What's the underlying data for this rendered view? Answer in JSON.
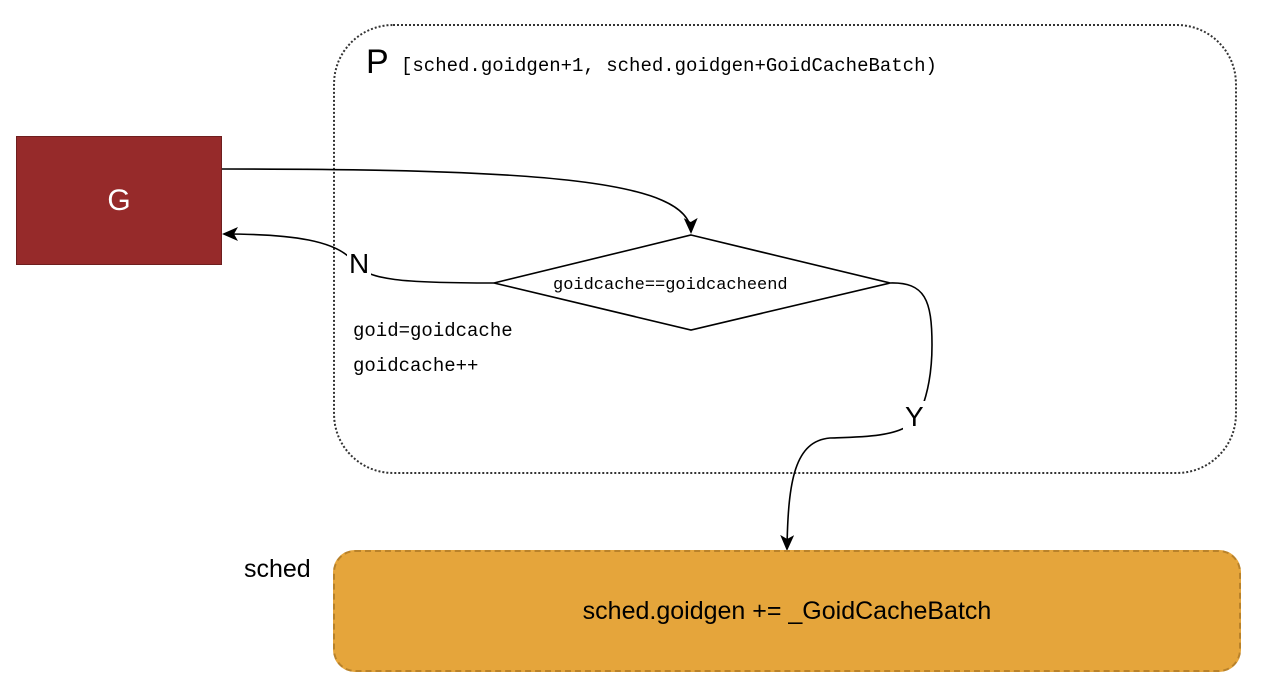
{
  "diagram": {
    "p_container": {
      "label": "P",
      "range": "[sched.goidgen+1, sched.goidgen+GoidCacheBatch)"
    },
    "g_node": {
      "label": "G",
      "fill": "#962a2a"
    },
    "decision": {
      "condition": "goidcache==goidcacheend"
    },
    "branches": {
      "no_label": "N",
      "yes_label": "Y"
    },
    "no_action": {
      "line1": "goid=goidcache",
      "line2": "goidcache++"
    },
    "sched": {
      "label": "sched",
      "action": "sched.goidgen += _GoidCacheBatch",
      "fill": "#e5a53b"
    }
  }
}
